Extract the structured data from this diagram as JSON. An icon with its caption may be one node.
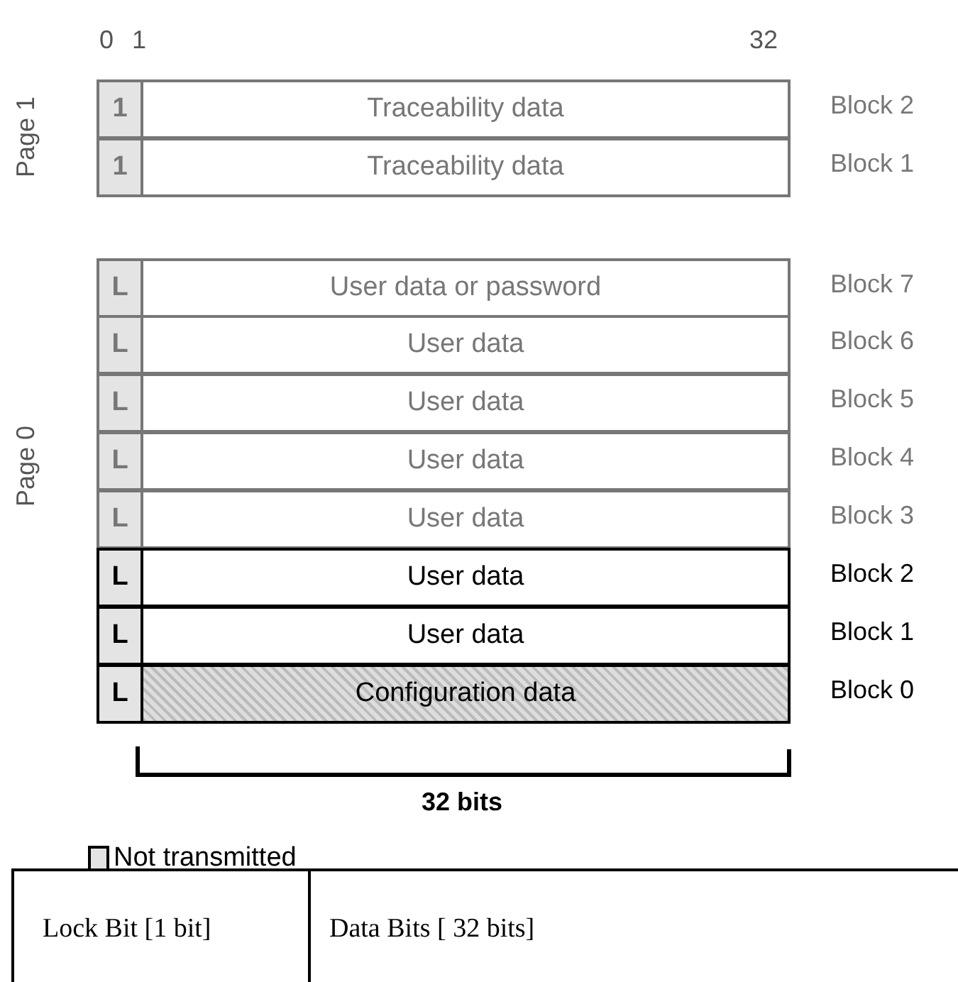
{
  "diagram": {
    "nodes": [
      {
        "text": [
          "1"
        ]
      },
      {
        "text": [
          "Traceability data"
        ],
        "beside": [
          "Block 2"
        ]
      },
      {
        "text": [
          "1"
        ]
      },
      {
        "text": [
          "Traceability data"
        ],
        "beside": [
          "Block 1"
        ]
      },
      {
        "text": [
          "L"
        ]
      },
      {
        "text": [
          "User data or password"
        ],
        "beside": [
          "Block 7"
        ]
      },
      {
        "text": [
          "L"
        ]
      },
      {
        "text": [
          "User data"
        ],
        "beside": [
          "Block 6"
        ]
      },
      {
        "text": [
          "L"
        ]
      },
      {
        "text": [
          "User data"
        ],
        "beside": [
          "Block 5"
        ]
      },
      {
        "text": [
          "L"
        ]
      },
      {
        "text": [
          "User data"
        ],
        "beside": [
          "Block 4"
        ]
      },
      {
        "text": [
          "L"
        ]
      },
      {
        "text": [
          "User data"
        ],
        "beside": [
          "Block 3"
        ]
      },
      {
        "text": [
          "L"
        ]
      },
      {
        "text": [
          "User data"
        ],
        "beside": [
          "Block 2"
        ]
      },
      {
        "text": [
          "L"
        ]
      },
      {
        "text": [
          "User data"
        ],
        "beside": [
          "Block 1"
        ]
      },
      {
        "text": [
          "L"
        ]
      },
      {
        "text": [
          "Configuration data"
        ],
        "beside": [
          "Block 0"
        ]
      }
    ],
    "edges": [],
    "labels": [
      "0",
      "1",
      "32",
      "Page 1",
      "Page 0",
      "32 bits",
      "Lock Bit [1 bit]",
      "Data Bits [ 32 bits]"
    ],
    "legend": [
      {
        "text": "Not transmitted",
        "color": "#e4e4e4"
      }
    ]
  }
}
